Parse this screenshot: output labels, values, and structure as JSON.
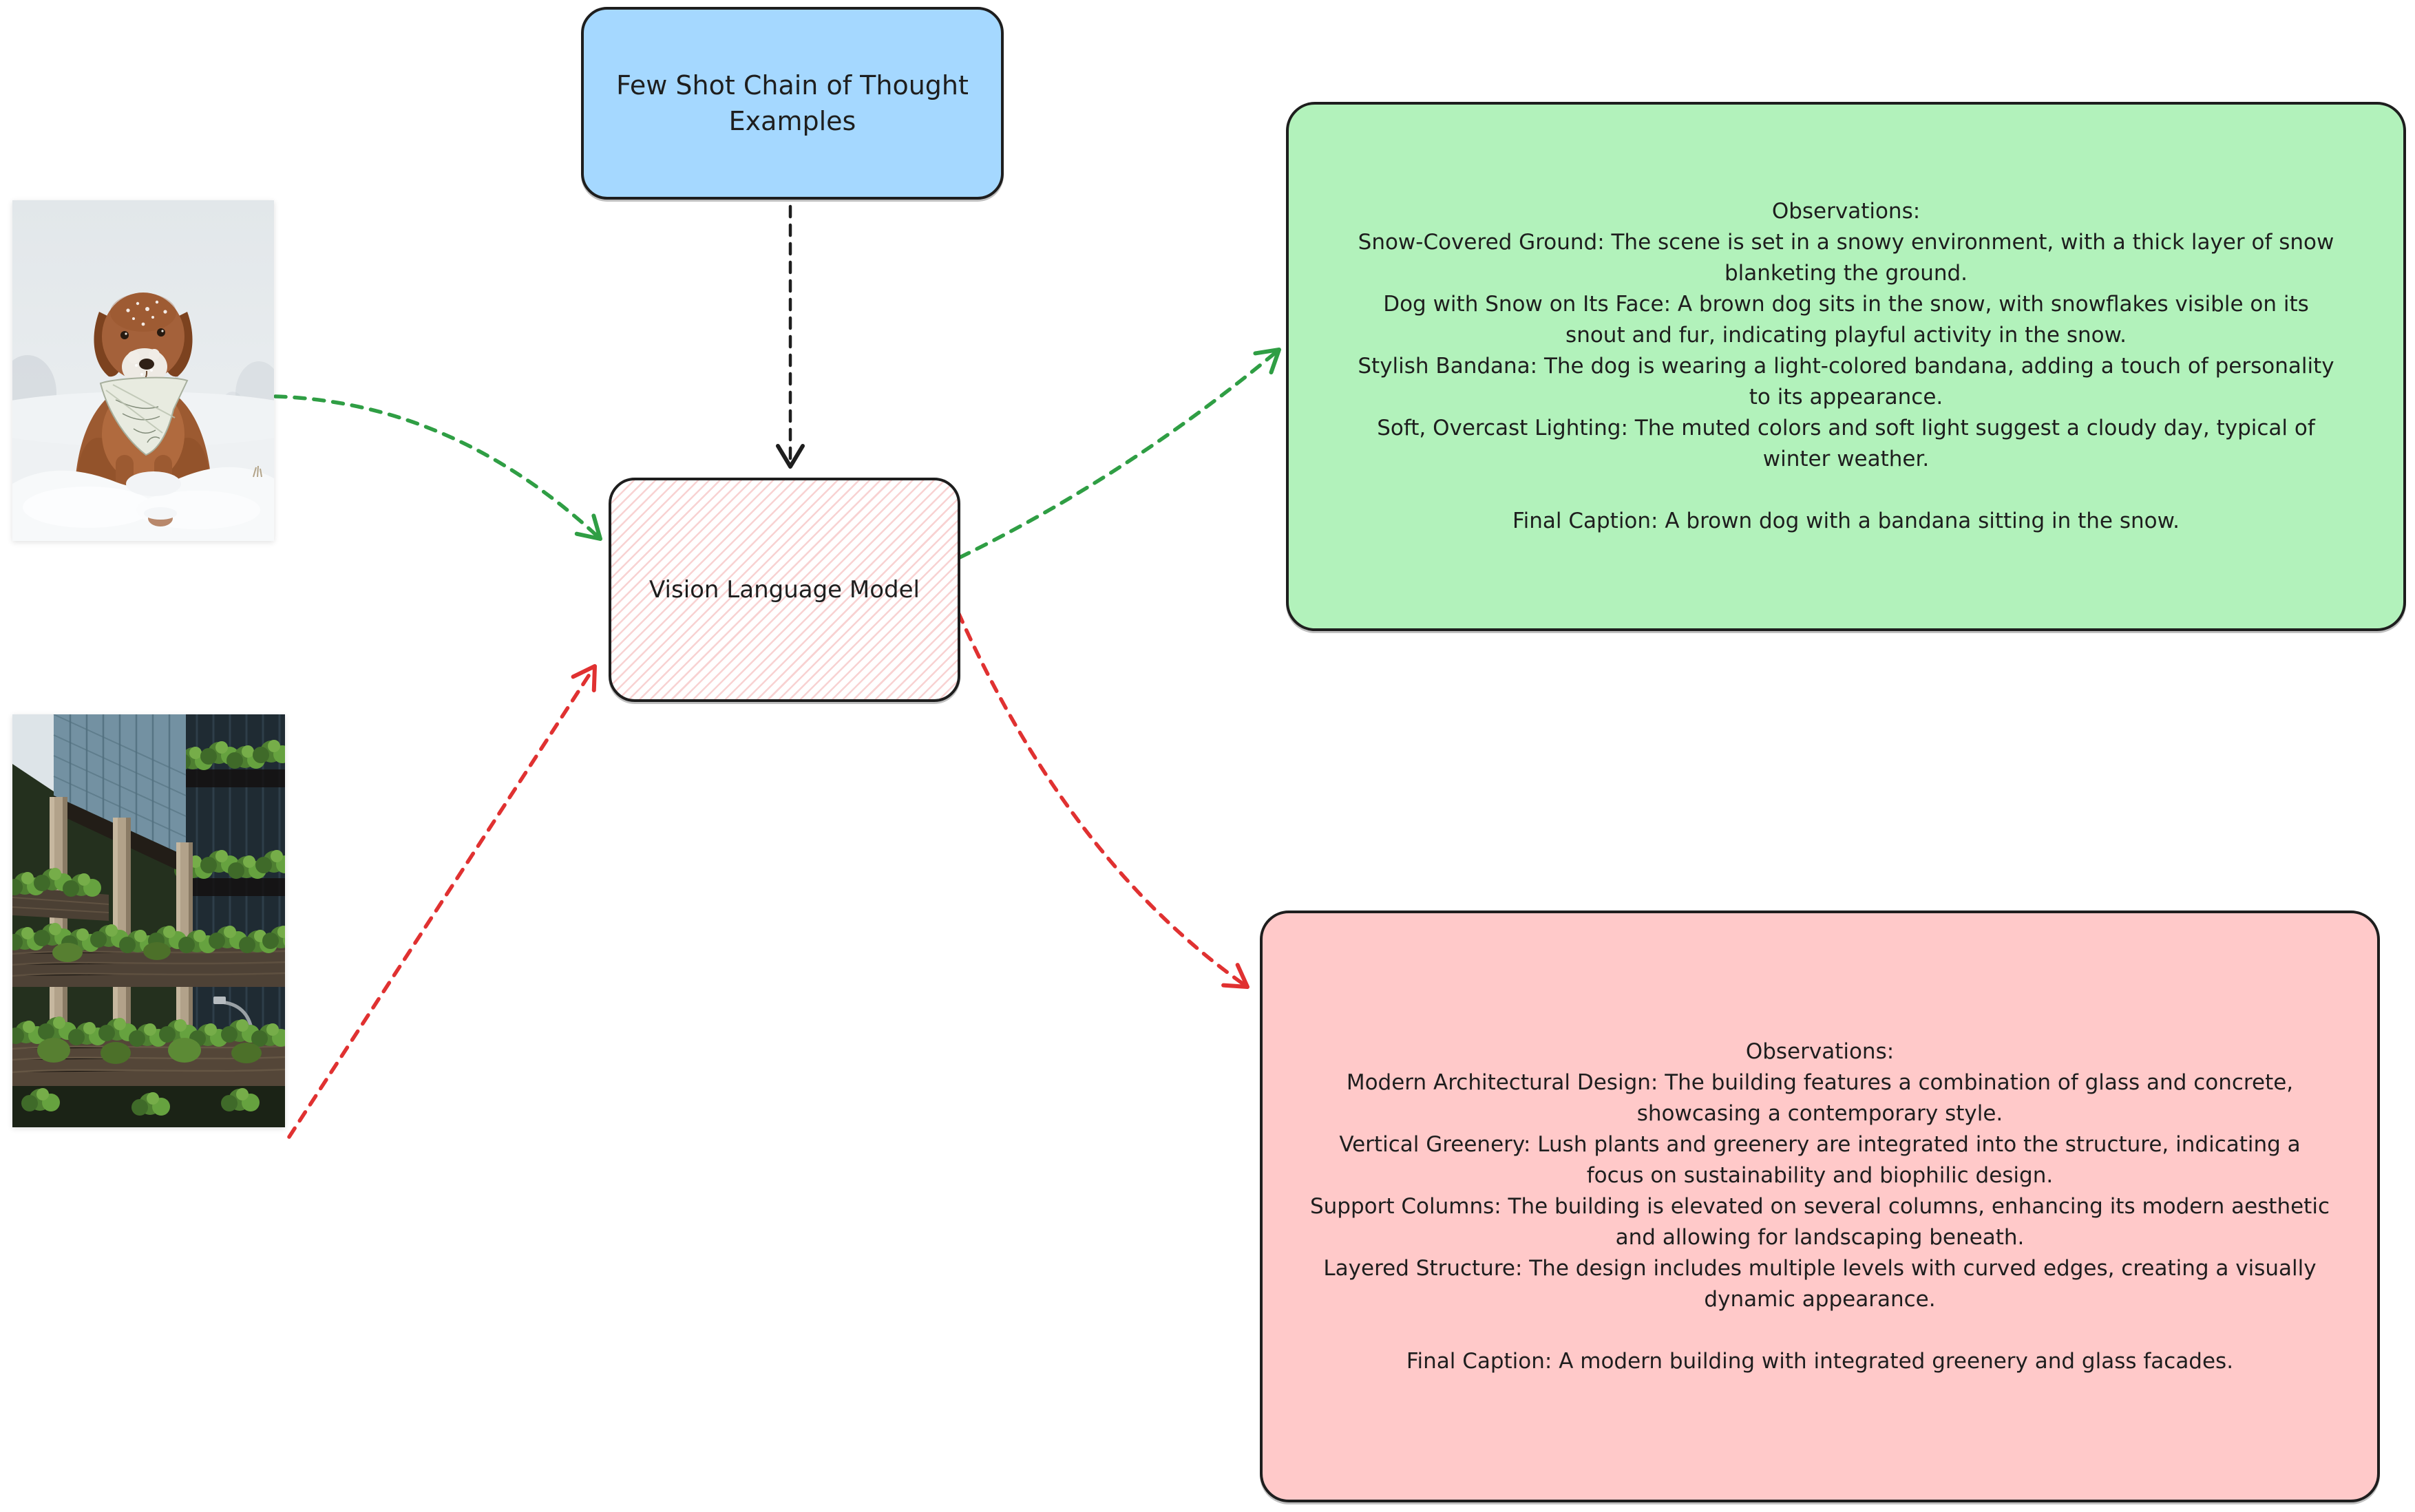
{
  "diagram": {
    "few_shot_box": {
      "label": "Few Shot Chain of Thought\nExamples"
    },
    "vlm_box": {
      "label": "Vision Language Model"
    },
    "green_panel": {
      "lines": [
        "Observations:",
        "Snow-Covered Ground: The scene is set in a snowy environment, with a thick layer of snow",
        "blanketing the ground.",
        "Dog with Snow on Its Face: A brown dog sits in the snow, with snowflakes visible on its",
        "snout and fur, indicating playful activity in the snow.",
        "Stylish Bandana: The dog is wearing a light-colored bandana, adding a touch of personality",
        "to its appearance.",
        "Soft, Overcast Lighting: The muted colors and soft light suggest a cloudy day, typical of",
        "winter weather.",
        "",
        "Final Caption: A brown dog with a bandana sitting in the snow."
      ]
    },
    "pink_panel": {
      "lines": [
        "Observations:",
        "Modern Architectural Design: The building features a combination of glass and concrete,",
        "showcasing a contemporary style.",
        "Vertical Greenery: Lush plants and greenery are integrated into the structure, indicating a",
        "focus on sustainability and biophilic design.",
        "Support Columns: The building is elevated on several columns, enhancing its modern aesthetic",
        "and allowing for landscaping beneath.",
        "Layered Structure: The design includes multiple levels with curved edges, creating a visually",
        "dynamic appearance.",
        "",
        "Final Caption: A modern building with integrated greenery and glass facades."
      ]
    }
  },
  "palette": {
    "background": "#ffffff",
    "stroke": "#1e1e1e",
    "few_shot_fill": "#a5d8ff",
    "vlm_hatch_color": "#e03131",
    "green_panel_fill": "#b2f2bb",
    "pink_panel_fill": "#ffc9c9",
    "green_arrow": "#2f9e44",
    "red_arrow": "#e03131",
    "black_arrow": "#1e1e1e"
  }
}
